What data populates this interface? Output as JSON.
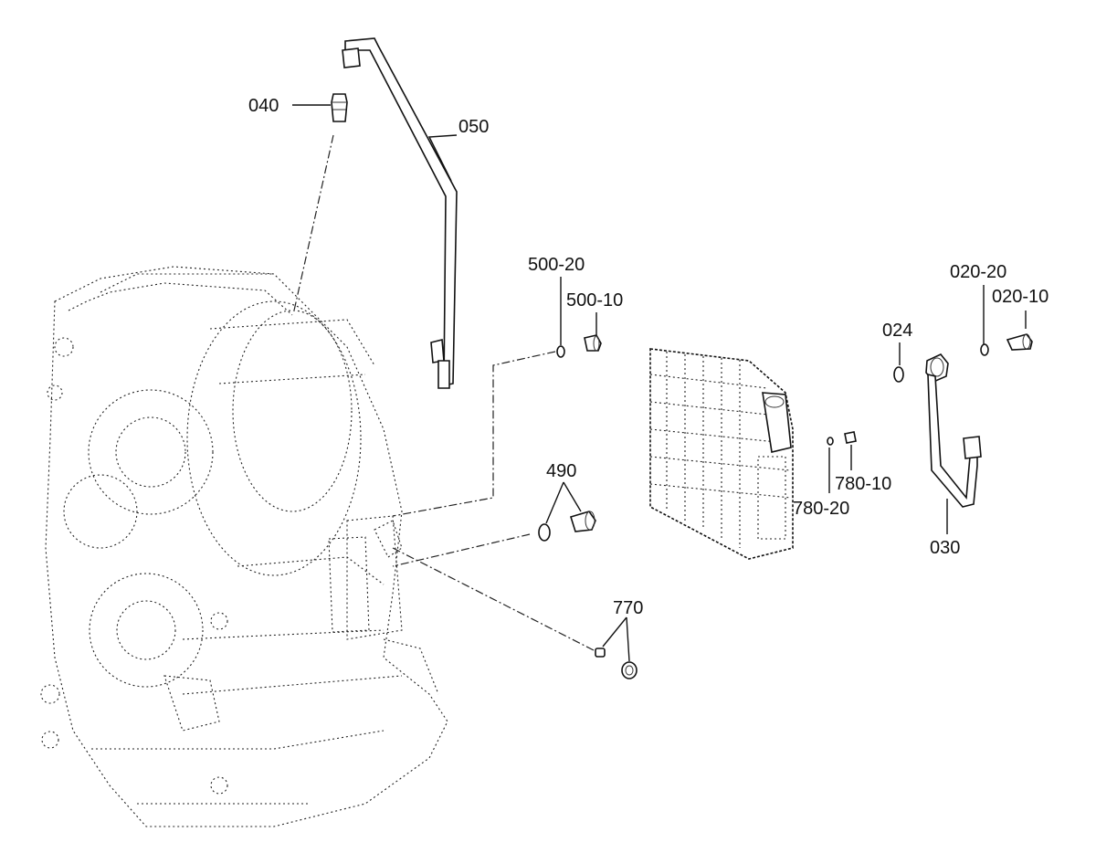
{
  "labels": {
    "p040": "040",
    "p050": "050",
    "p500_20": "500-20",
    "p500_10": "500-10",
    "p024": "024",
    "p020_20": "020-20",
    "p020_10": "020-10",
    "p490": "490",
    "p780_10": "780-10",
    "p780_20": "780-20",
    "p030": "030",
    "p770": "770"
  }
}
